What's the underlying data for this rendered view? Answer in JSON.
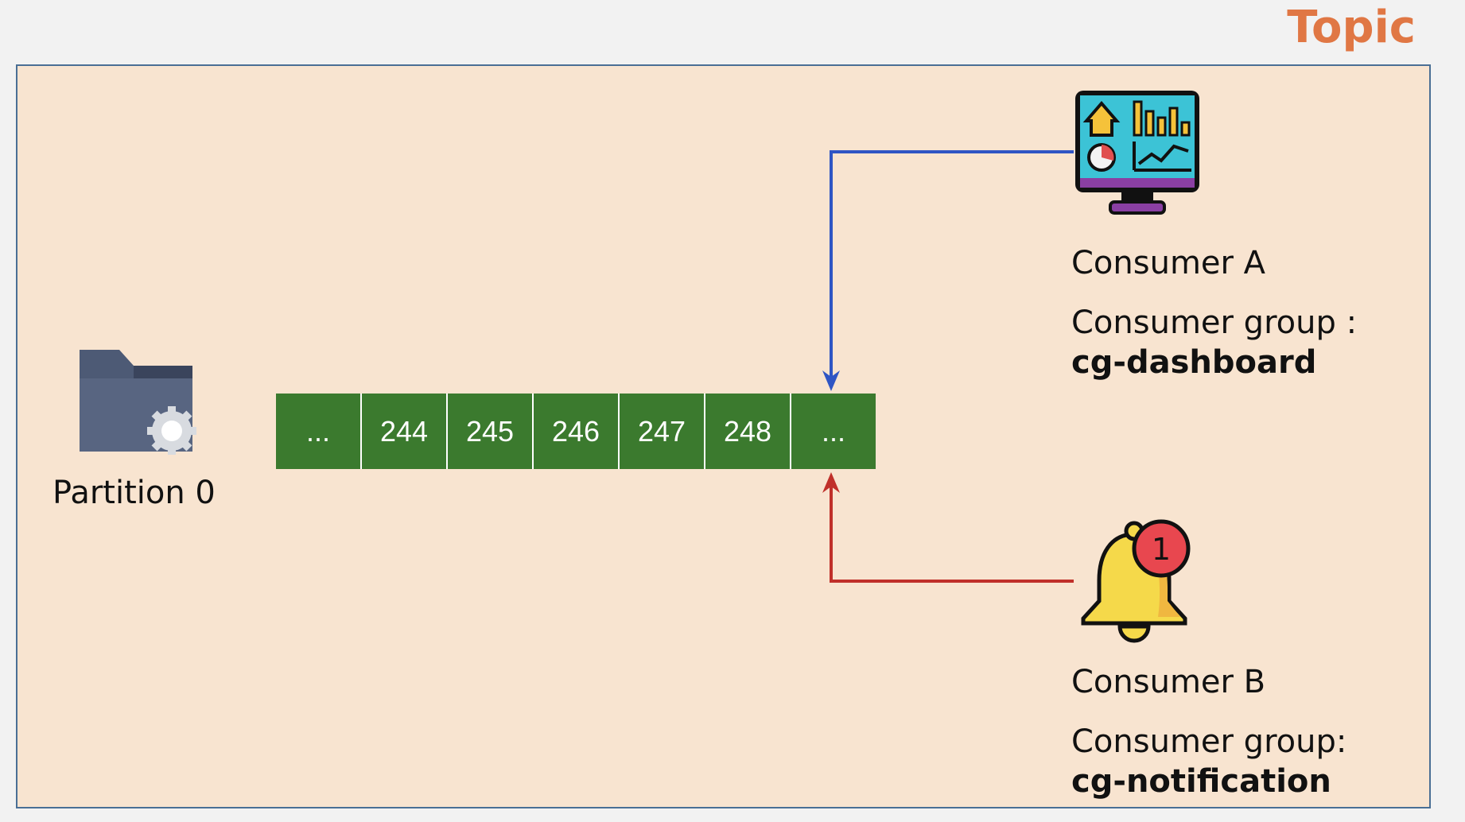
{
  "topic": {
    "title": "Topic"
  },
  "partition": {
    "label": "Partition 0",
    "icon": "folder-gear-icon"
  },
  "offsets": [
    "...",
    "244",
    "245",
    "246",
    "247",
    "248",
    "..."
  ],
  "consumer_a": {
    "name": "Consumer A",
    "group_label": "Consumer group :",
    "group_name": "cg-dashboard",
    "icon": "dashboard-monitor-icon",
    "arrow_color": "#2f55c4"
  },
  "consumer_b": {
    "name": "Consumer B",
    "group_label": "Consumer group:",
    "group_name": "cg-notification",
    "icon": "notification-bell-icon",
    "badge": "1",
    "arrow_color": "#c0302a"
  },
  "colors": {
    "topic_title": "#e07744",
    "topic_background": "#f8e4d0",
    "offset_cell": "#3b7a2e"
  }
}
